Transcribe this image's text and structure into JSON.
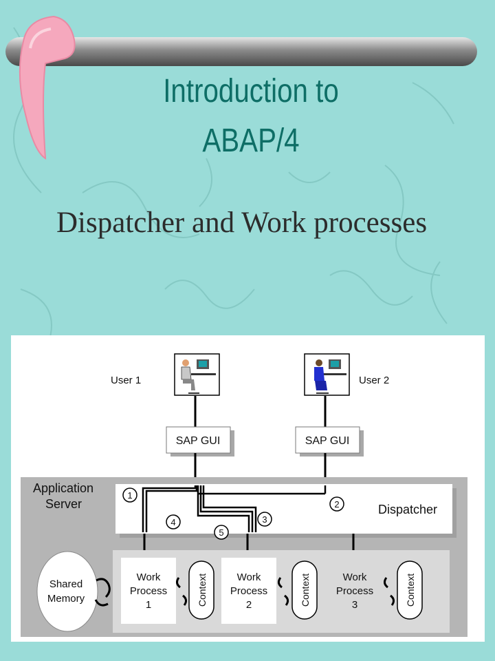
{
  "slide": {
    "title_line1": "Introduction to",
    "title_line2": "ABAP/4",
    "subtitle": "Dispatcher and Work processes"
  },
  "diagram": {
    "user1": "User 1",
    "user2": "User 2",
    "gui1": "SAP GUI",
    "gui2": "SAP GUI",
    "server_line1": "Application",
    "server_line2": "Server",
    "dispatcher": "Dispatcher",
    "shared_line1": "Shared",
    "shared_line2": "Memory",
    "wp_word1": "Work",
    "wp_word2": "Process",
    "wp_numbers": [
      "1",
      "2",
      "3"
    ],
    "context": "Context",
    "steps": [
      "1",
      "2",
      "3",
      "4",
      "5"
    ]
  },
  "colors": {
    "background": "#9adcd8",
    "title": "#0e6e66",
    "rule": "#7a7a7a",
    "boomerang": "#f5a8bd",
    "server_panel": "#b5b5b5"
  }
}
